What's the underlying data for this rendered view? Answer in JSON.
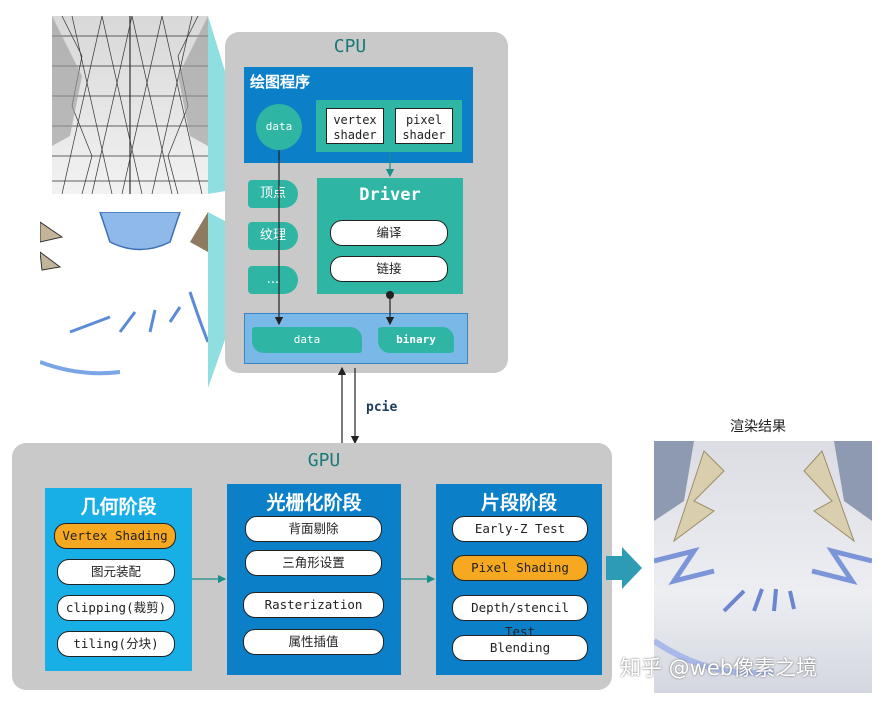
{
  "cpu": {
    "title": "CPU",
    "program_title": "绘图程序",
    "data_circle": "data",
    "vertex_shader": "vertex\nshader",
    "pixel_shader": "pixel\nshader",
    "tags": [
      "顶点",
      "纹理",
      "..."
    ],
    "driver": {
      "title": "Driver",
      "buttons": [
        "编译",
        "链接"
      ]
    },
    "output_data": "data",
    "output_binary": "binary"
  },
  "bus_label": "pcie",
  "gpu": {
    "title": "GPU",
    "geometry": {
      "title": "几何阶段",
      "items": [
        "Vertex Shading",
        "图元装配",
        "clipping(裁剪)",
        "tiling(分块)"
      ],
      "highlight": 0
    },
    "raster": {
      "title": "光栅化阶段",
      "items": [
        "背面剔除",
        "三角形设置",
        "Rasterization",
        "属性插值"
      ]
    },
    "fragment": {
      "title": "片段阶段",
      "items": [
        "Early-Z Test",
        "Pixel Shading",
        "Depth/stencil Test",
        "Blending"
      ],
      "highlight": 1
    }
  },
  "result_label": "渲染结果",
  "watermark": "知乎 @web像素之境",
  "colors": {
    "panel": "#c9c9c9",
    "blue": "#0b7fc7",
    "teal": "#2fb5a3",
    "orange": "#f6a821",
    "sky": "#18aee6"
  }
}
